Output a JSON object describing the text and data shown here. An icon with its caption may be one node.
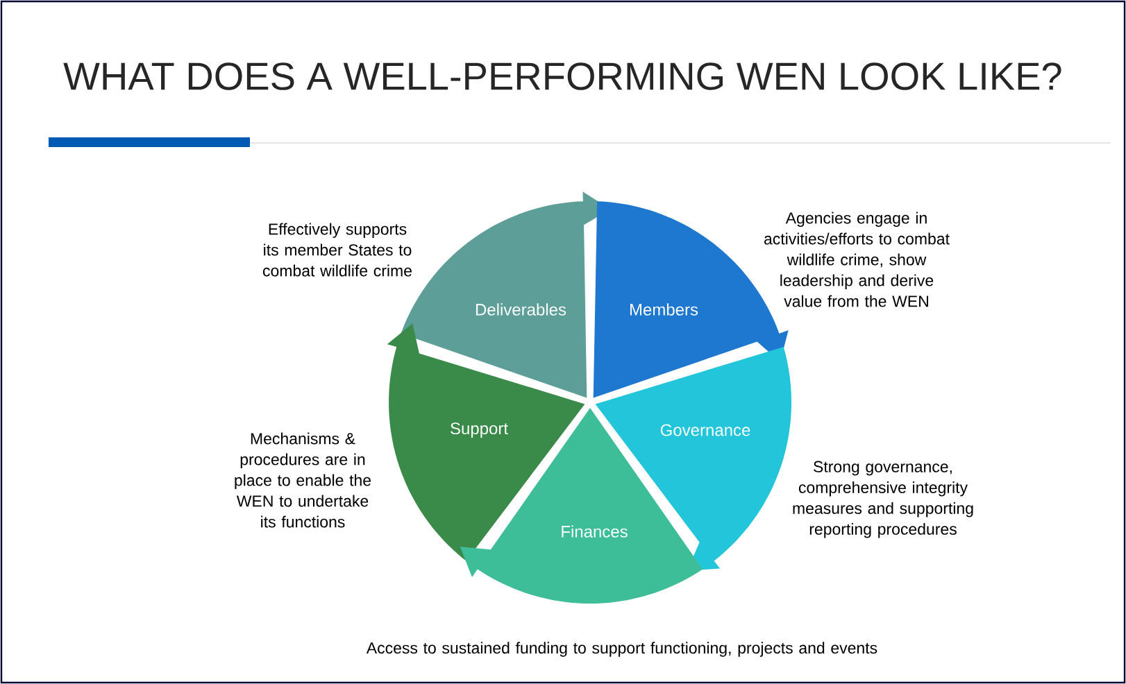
{
  "diagram": {
    "title": "WHAT DOES A WELL-PERFORMING WEN LOOK LIKE?",
    "nodes": [
      {
        "text": [
          "Deliverables"
        ],
        "beside": [
          "Effectively supports its member States to combat wildlife crime"
        ]
      },
      {
        "text": [
          "Members"
        ],
        "beside": [
          "Agencies engage in activities/efforts to combat wildlife crime, show leadership and derive value from the WEN"
        ]
      },
      {
        "text": [
          "Support"
        ],
        "beside": [
          "Mechanisms & procedures are in place to enable the WEN to undertake its functions"
        ]
      },
      {
        "text": [
          "Governance"
        ],
        "beside": [
          "Strong governance, comprehensive integrity measures and supporting reporting procedures"
        ]
      },
      {
        "text": [
          "Finances"
        ],
        "beside": [
          "Access to sustained funding to support functioning, projects and events"
        ]
      }
    ]
  }
}
